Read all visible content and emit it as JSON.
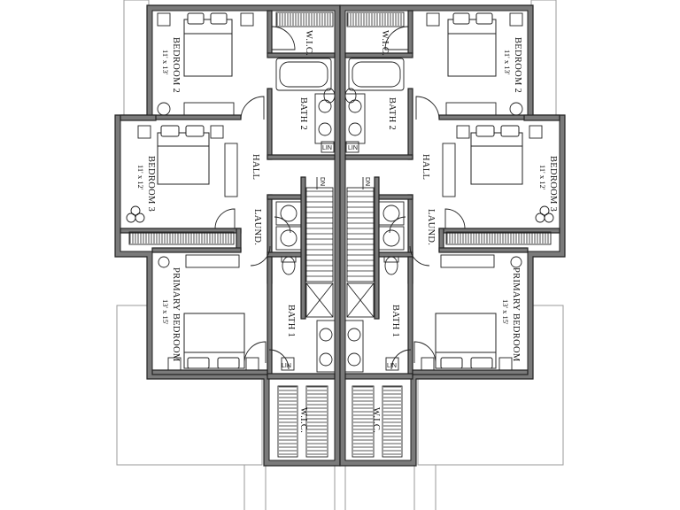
{
  "units": [
    {
      "bedroom2": {
        "name": "BEDROOM 2",
        "dim": "11' x 13'"
      },
      "bedroom3": {
        "name": "BEDROOM 3",
        "dim": "11' x 12'"
      },
      "primary": {
        "name": "PRIMARY BEDROOM",
        "dim": "13' x 15'"
      },
      "wic_top": "W.I.C.",
      "wic_bottom": "W.I.C.",
      "bath2": "BATH 2",
      "bath1": "BATH 1",
      "hall": "HALL",
      "laund": "LAUND.",
      "lin_top": "LIN",
      "lin_bottom": "LIN",
      "stair_dn": "DN"
    },
    {
      "bedroom2": {
        "name": "BEDROOM 2",
        "dim": "11' x 13'"
      },
      "bedroom3": {
        "name": "BEDROOM 3",
        "dim": "11' x 12'"
      },
      "primary": {
        "name": "PRIMARY BEDROOM",
        "dim": "13' x 15'"
      },
      "wic_top": "W.I.C.",
      "wic_bottom": "W.I.C.",
      "bath2": "BATH 2",
      "bath1": "BATH 1",
      "hall": "HALL",
      "laund": "LAUND.",
      "lin_top": "LIN",
      "lin_bottom": "LIN",
      "stair_dn": "DN"
    }
  ]
}
